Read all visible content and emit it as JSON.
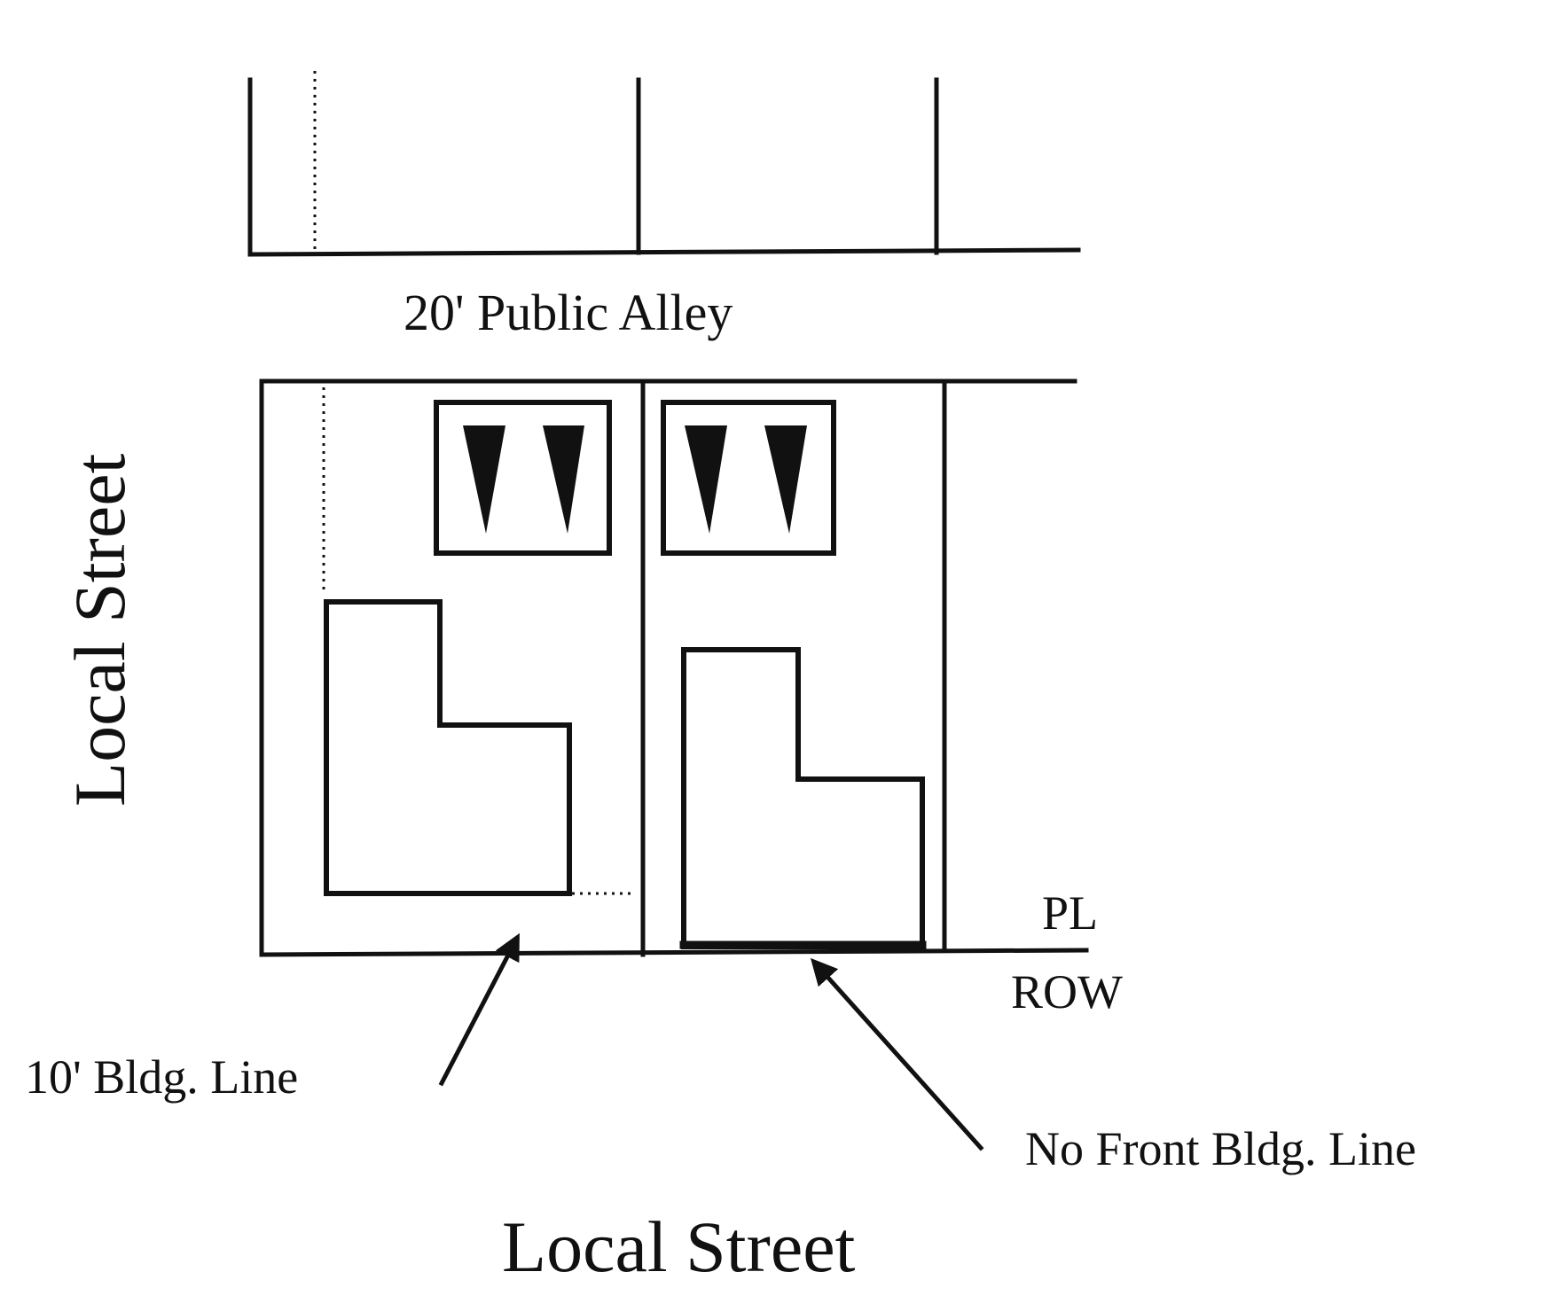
{
  "labels": {
    "alley": "20' Public Alley",
    "street_left": "Local Street",
    "street_bottom": "Local Street",
    "pl": "PL",
    "row": "ROW",
    "bldg_line_10": "10' Bldg. Line",
    "no_front_bldg_line": "No Front Bldg. Line"
  },
  "icons": {
    "parking_marker": "parking-stall-triangle-icon",
    "arrow": "arrow-icon"
  },
  "colors": {
    "ink": "#111111",
    "background": "#ffffff"
  }
}
